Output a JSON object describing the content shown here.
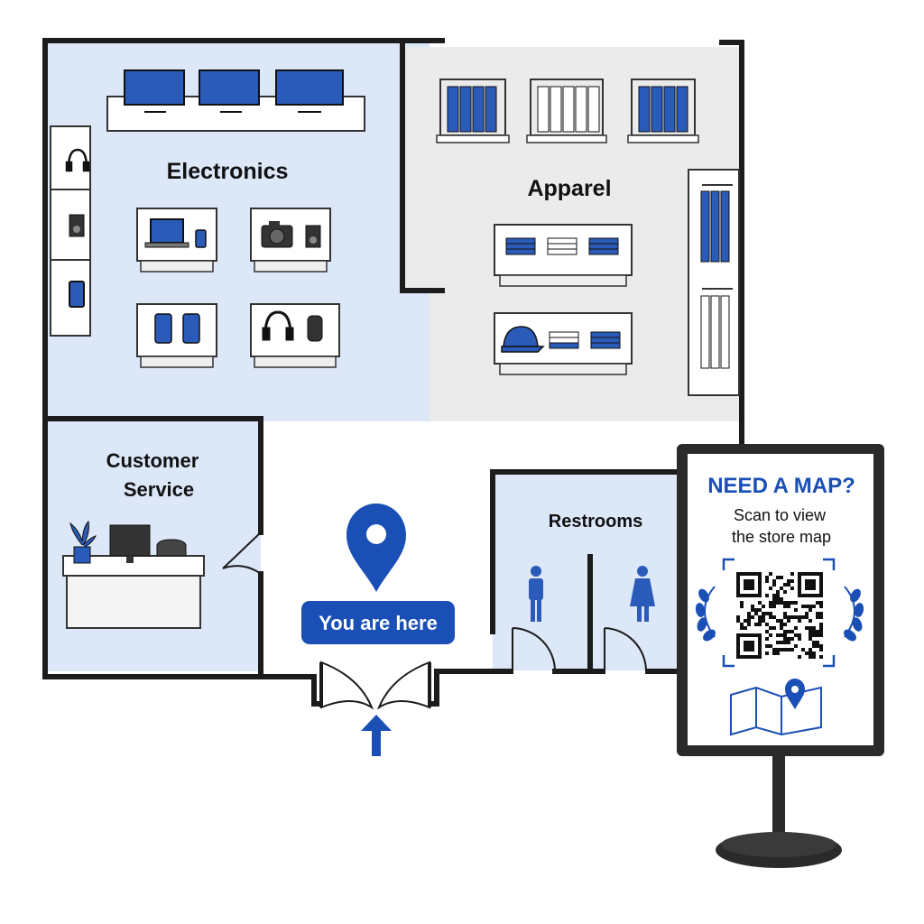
{
  "colors": {
    "accent": "#1a4fb5",
    "electronics_floor": "#dce7f7",
    "apparel_floor": "#ebebeb",
    "service_floor": "#dce7f7",
    "restroom_floor": "#dce7f7",
    "wall": "#1c1c1c"
  },
  "zones": {
    "electronics": {
      "label": "Electronics"
    },
    "apparel": {
      "label": "Apparel"
    },
    "customer_service": {
      "label_line1": "Customer",
      "label_line2": "Service"
    },
    "restrooms": {
      "label": "Restrooms"
    }
  },
  "marker": {
    "icon": "location-pin-icon",
    "label": "You are here"
  },
  "entrance": {
    "icon": "arrow-up-icon"
  },
  "sign": {
    "title": "NEED A MAP?",
    "subtitle_line1": "Scan to view",
    "subtitle_line2": "the store map",
    "qr_icon": "qr-code-icon",
    "map_icon": "folded-map-icon"
  },
  "fixtures": {
    "electronics": [
      "tv-icon",
      "headphones-icon",
      "speaker-icon",
      "tablet-icon",
      "laptop-icon",
      "phone-icon",
      "camera-icon",
      "smart-speaker-icon"
    ],
    "apparel": [
      "clothing-rack-icon",
      "folded-clothes-icon",
      "cap-icon"
    ],
    "service": [
      "monitor-icon",
      "plant-icon",
      "chair-icon"
    ],
    "restrooms": [
      "man-icon",
      "woman-icon"
    ]
  }
}
